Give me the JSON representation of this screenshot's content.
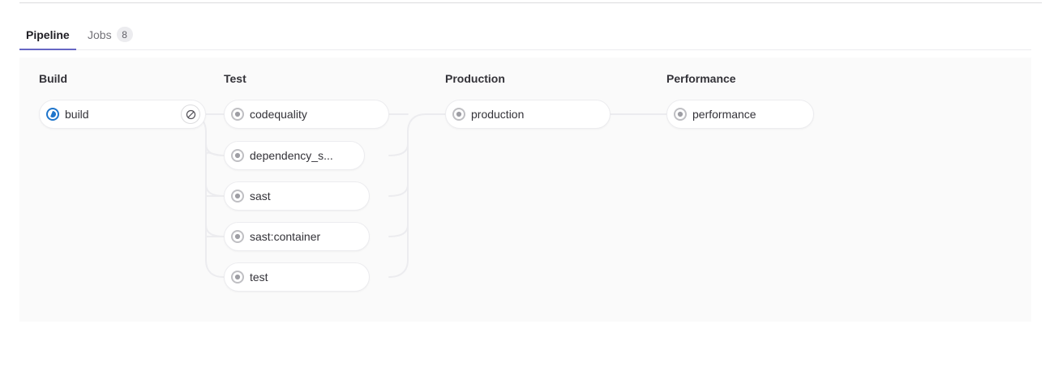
{
  "tabs": [
    {
      "id": "pipeline",
      "label": "Pipeline",
      "active": true
    },
    {
      "id": "jobs",
      "label": "Jobs",
      "badge": "8",
      "active": false
    }
  ],
  "colors": {
    "active_tab_underline": "#6666c4",
    "running_status": "#1f75cb",
    "created_status": "#737278",
    "panel_background": "#fafafa",
    "node_border": "#ececef",
    "edge_line": "#ececef"
  },
  "pipeline_graph": {
    "stages": [
      {
        "name": "Build",
        "jobs": [
          {
            "name": "build",
            "status": "running",
            "status_icon": "status-running-icon",
            "action": "cancel",
            "action_icon": "cancel-icon"
          }
        ]
      },
      {
        "name": "Test",
        "jobs": [
          {
            "name": "codequality",
            "status": "created",
            "status_icon": "status-created-icon"
          },
          {
            "name": "dependency_s...",
            "status": "created",
            "status_icon": "status-created-icon"
          },
          {
            "name": "sast",
            "status": "created",
            "status_icon": "status-created-icon"
          },
          {
            "name": "sast:container",
            "status": "created",
            "status_icon": "status-created-icon"
          },
          {
            "name": "test",
            "status": "created",
            "status_icon": "status-created-icon"
          }
        ]
      },
      {
        "name": "Production",
        "jobs": [
          {
            "name": "production",
            "status": "created",
            "status_icon": "status-created-icon"
          }
        ]
      },
      {
        "name": "Performance",
        "jobs": [
          {
            "name": "performance",
            "status": "created",
            "status_icon": "status-created-icon"
          }
        ]
      }
    ]
  }
}
